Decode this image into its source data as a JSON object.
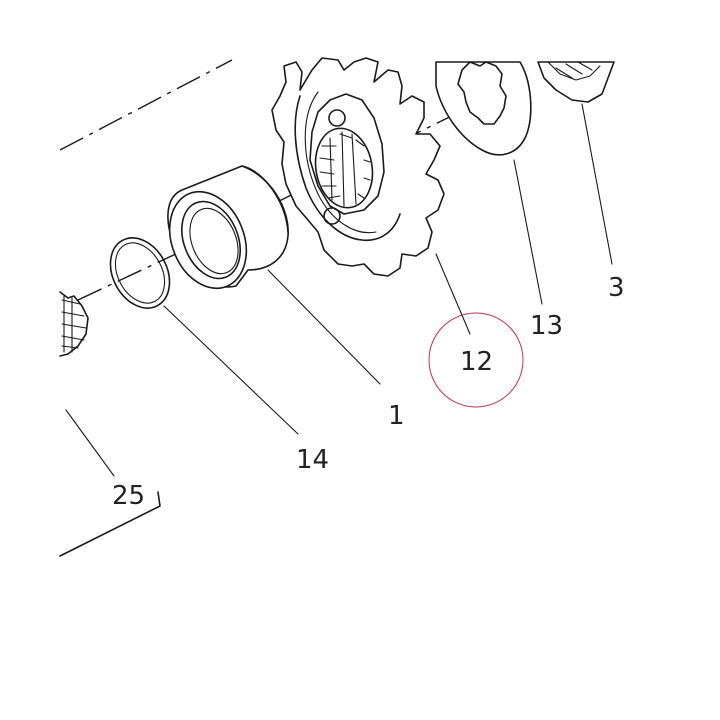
{
  "callouts": [
    {
      "id": "1",
      "text": "1"
    },
    {
      "id": "3",
      "text": "3"
    },
    {
      "id": "12",
      "text": "12"
    },
    {
      "id": "13",
      "text": "13"
    },
    {
      "id": "14",
      "text": "14"
    },
    {
      "id": "25",
      "text": "25"
    }
  ],
  "colors": {
    "line": "#1a1a1a",
    "highlight_circle": "#c0304a",
    "background": "#ffffff"
  },
  "highlighted_callout": "12"
}
